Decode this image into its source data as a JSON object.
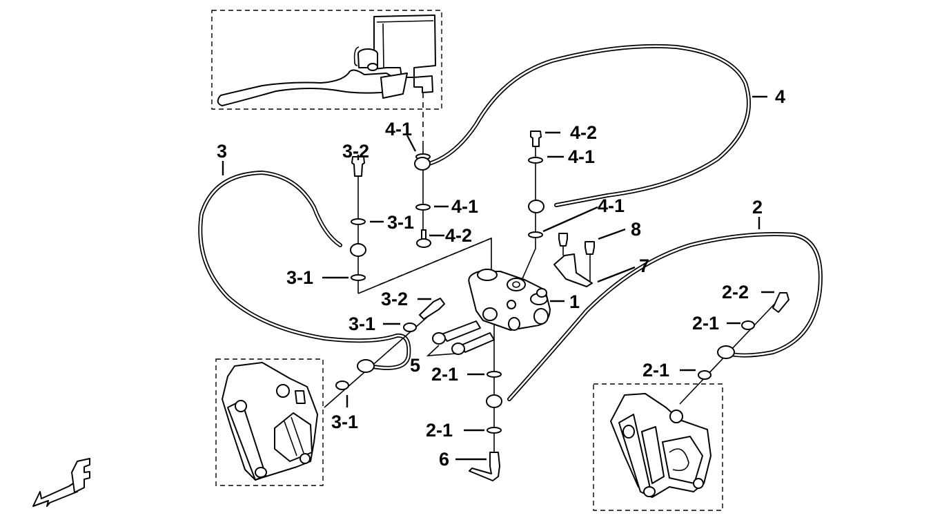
{
  "title": "Brake hose / proportioning valve exploded parts diagram",
  "labels": {
    "p1": "1",
    "p2": "2",
    "p2_1a": "2-1",
    "p2_1b": "2-1",
    "p2_1c": "2-1",
    "p2_1d": "2-1",
    "p2_2": "2-2",
    "p3": "3",
    "p3_1a": "3-1",
    "p3_1b": "3-1",
    "p3_1c": "3-1",
    "p3_1d": "3-1",
    "p3_2a": "3-2",
    "p3_2b": "3-2",
    "p4": "4",
    "p4_1a": "4-1",
    "p4_1b": "4-1",
    "p4_1c": "4-1",
    "p4_1d": "4-1",
    "p4_2a": "4-2",
    "p4_2b": "4-2",
    "p5": "5",
    "p6": "6",
    "p7": "7",
    "p8": "8"
  },
  "components": [
    {
      "id": "master-cylinder-lever",
      "group": "dashed-box"
    },
    {
      "id": "proportioning-valve",
      "ref": "1"
    },
    {
      "id": "rear-brake-hose",
      "ref": "2"
    },
    {
      "id": "left-brake-hose",
      "ref": "3"
    },
    {
      "id": "upper-brake-hose",
      "ref": "4"
    },
    {
      "id": "mounting-bolts",
      "ref": "5"
    },
    {
      "id": "brake-switch",
      "ref": "6"
    },
    {
      "id": "bracket",
      "ref": "7"
    },
    {
      "id": "bracket-bolts",
      "ref": "8"
    },
    {
      "id": "left-caliper",
      "group": "dashed-box"
    },
    {
      "id": "right-caliper",
      "group": "dashed-box"
    }
  ],
  "front_indicator": "F"
}
